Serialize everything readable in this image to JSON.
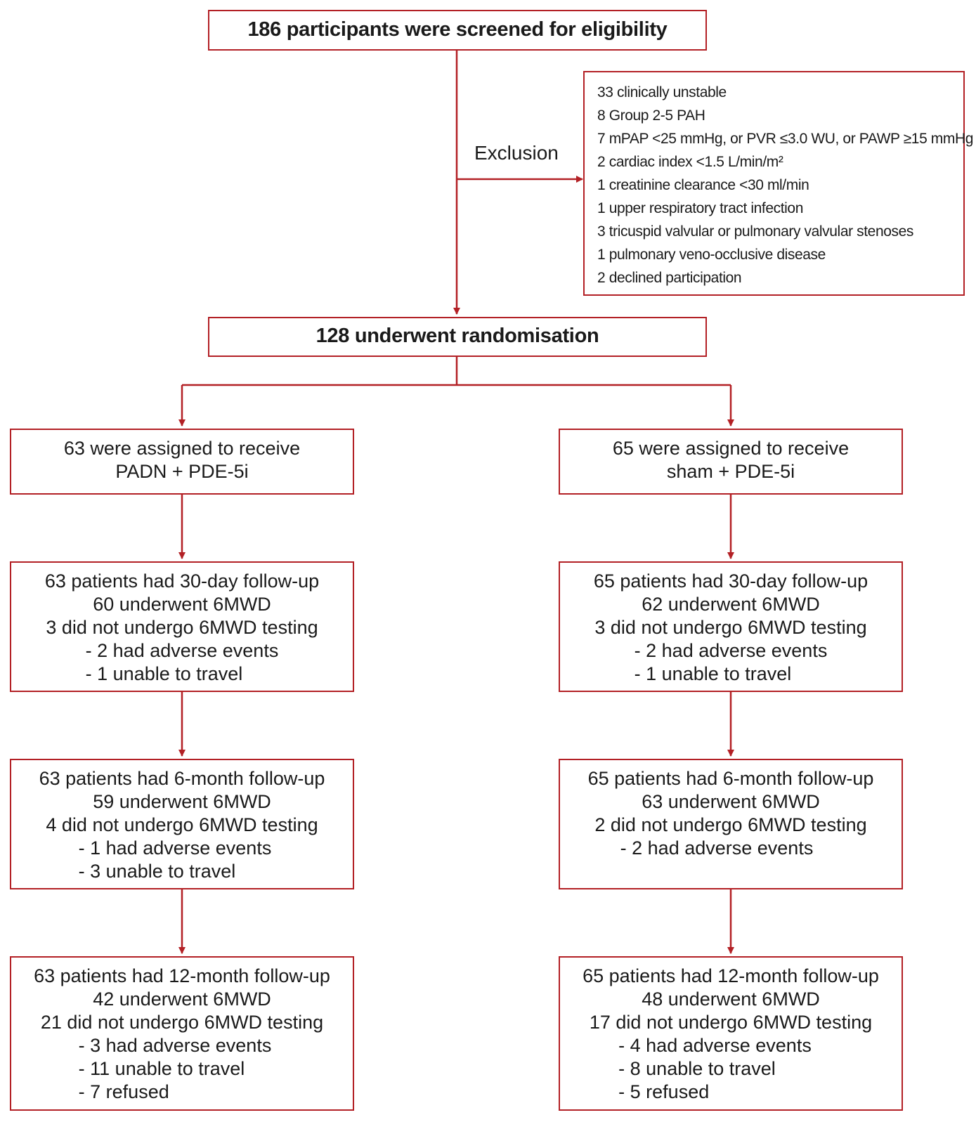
{
  "screening": {
    "text": "186 participants were screened for eligibility"
  },
  "exclusion": {
    "label": "Exclusion",
    "items": [
      "33 clinically unstable",
      "8 Group 2-5 PAH",
      "7 mPAP <25 mmHg, or PVR ≤3.0 WU, or PAWP ≥15 mmHg",
      "2 cardiac index <1.5 L/min/m²",
      "1 creatinine clearance <30 ml/min",
      "1 upper respiratory tract infection",
      "3 tricuspid valvular or pulmonary valvular stenoses",
      "1 pulmonary veno-occlusive disease",
      "2 declined participation"
    ]
  },
  "randomisation": {
    "text": "128 underwent randomisation"
  },
  "arms": {
    "padn": {
      "assigned": [
        "63 were assigned to receive",
        "PADN + PDE-5i"
      ],
      "day30": {
        "lines": [
          "63 patients had 30-day follow-up",
          "60 underwent 6MWD",
          "3 did not undergo 6MWD testing"
        ],
        "subs": [
          "- 2 had adverse events",
          "- 1 unable to travel"
        ]
      },
      "month6": {
        "lines": [
          "63 patients had 6-month follow-up",
          "59 underwent 6MWD",
          "4 did not undergo 6MWD testing"
        ],
        "subs": [
          "- 1 had adverse events",
          "- 3 unable to travel"
        ]
      },
      "month12": {
        "lines": [
          "63 patients had 12-month follow-up",
          "42 underwent 6MWD",
          "21 did not undergo 6MWD testing"
        ],
        "subs": [
          "- 3 had adverse events",
          "- 11 unable to travel",
          "- 7 refused"
        ]
      }
    },
    "sham": {
      "assigned": [
        "65 were assigned to receive",
        "sham + PDE-5i"
      ],
      "day30": {
        "lines": [
          "65 patients had 30-day follow-up",
          "62 underwent 6MWD",
          "3 did not undergo 6MWD testing"
        ],
        "subs": [
          "- 2 had adverse events",
          "- 1 unable to travel"
        ]
      },
      "month6": {
        "lines": [
          "65 patients had 6-month follow-up",
          "63 underwent 6MWD",
          "2 did not undergo 6MWD testing"
        ],
        "subs": [
          "- 2 had adverse events"
        ]
      },
      "month12": {
        "lines": [
          "65 patients had 12-month follow-up",
          "48 underwent 6MWD",
          "17 did not undergo 6MWD testing"
        ],
        "subs": [
          "- 4 had adverse events",
          "- 8 unable to travel",
          "- 5 refused"
        ]
      }
    }
  },
  "colors": {
    "border": "#b32025",
    "text": "#1a1a1a"
  }
}
